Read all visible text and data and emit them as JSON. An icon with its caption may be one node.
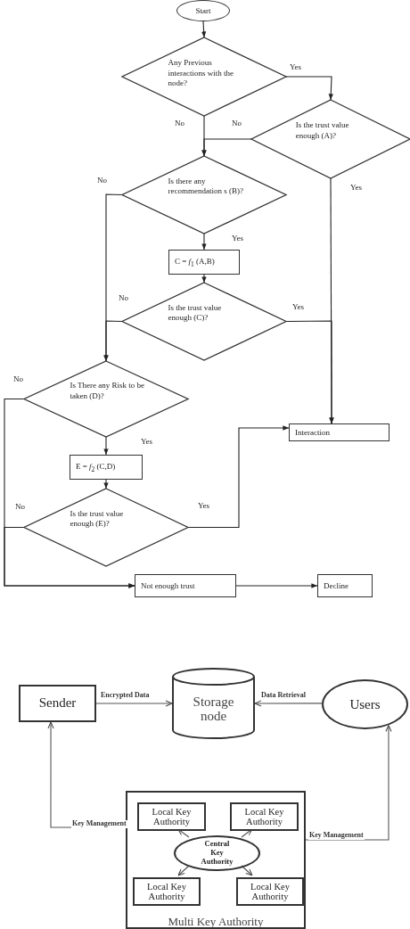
{
  "diagram": {
    "nodes": [
      {
        "text": [
          "Start"
        ]
      },
      {
        "text": [
          "Any Previous interactions with the node?"
        ]
      },
      {
        "text": [
          "Is the trust value enough (A)?"
        ]
      },
      {
        "text": [
          "Is there any recommendation s (B)?"
        ]
      },
      {
        "text": [
          "C = *f*$_{1}$ (A,B)"
        ]
      },
      {
        "text": [
          "Is the trust value enough (C)?"
        ]
      },
      {
        "text": [
          "Is There any Risk to be taken (D)?"
        ]
      },
      {
        "text": [
          "Interaction"
        ]
      },
      {
        "text": [
          "E = *f*$_{2}$ (C,D)"
        ]
      },
      {
        "text": [
          "Is the trust value enough (E)?"
        ]
      },
      {
        "text": [
          "Not enough trust"
        ]
      },
      {
        "text": [
          "Decline"
        ]
      },
      {
        "text": [
          "Sender"
        ]
      },
      {
        "text": [
          "Storage node"
        ]
      },
      {
        "text": [
          "Users"
        ]
      },
      {
        "text": [
          "Multi Key Authority"
        ]
      },
      {
        "text": [
          "Local Key Authority"
        ],
        "in": 15
      },
      {
        "text": [
          "Local Key Authority"
        ],
        "in": 15
      },
      {
        "text": [
          "Central Key Authority"
        ],
        "in": 15
      },
      {
        "text": [
          "Local Key Authority"
        ],
        "in": 15
      },
      {
        "text": [
          "Local Key Authority"
        ],
        "in": 15
      }
    ],
    "edges": [
      {
        "from": 0,
        "to": 1,
        "arrow": "to"
      },
      {
        "from": 1,
        "to": 2,
        "arrow": "to",
        "label": "Yes"
      },
      {
        "from": 1,
        "to": 3,
        "arrow": "to",
        "label": "No"
      },
      {
        "from": 2,
        "to": 3,
        "arrow": "to",
        "label": "No"
      },
      {
        "from": 2,
        "to": 7,
        "arrow": "to",
        "label": "Yes"
      },
      {
        "from": 3,
        "to": 6,
        "arrow": "to",
        "label": "No"
      },
      {
        "from": 3,
        "to": 4,
        "arrow": "to",
        "label": "Yes"
      },
      {
        "from": 4,
        "to": 5,
        "arrow": "to"
      },
      {
        "from": 5,
        "to": 6,
        "arrow": "to",
        "label": "No"
      },
      {
        "from": 5,
        "to": 7,
        "arrow": "to",
        "label": "Yes"
      },
      {
        "from": 6,
        "to": 10,
        "arrow": "to",
        "label": "No"
      },
      {
        "from": 6,
        "to": 8,
        "arrow": "to",
        "label": "Yes"
      },
      {
        "from": 8,
        "to": 9,
        "arrow": "to"
      },
      {
        "from": 9,
        "to": 10,
        "arrow": "to",
        "label": "No"
      },
      {
        "from": 9,
        "to": 7,
        "arrow": "to",
        "label": "Yes"
      },
      {
        "from": 10,
        "to": 11,
        "arrow": "to"
      },
      {
        "from": 12,
        "to": 13,
        "arrow": "to",
        "label": "Encrypted Data"
      },
      {
        "from": 14,
        "to": 13,
        "arrow": "to",
        "label": "Data Retrieval"
      },
      {
        "from": 15,
        "to": 12,
        "arrow": "to",
        "label": "Key Management"
      },
      {
        "from": 15,
        "to": 14,
        "arrow": "to",
        "label": "Key Management"
      },
      {
        "from": 18,
        "to": 16,
        "arrow": "to"
      },
      {
        "from": 18,
        "to": 17,
        "arrow": "to"
      },
      {
        "from": 18,
        "to": 19,
        "arrow": "to"
      },
      {
        "from": 18,
        "to": 20,
        "arrow": "to"
      }
    ]
  }
}
